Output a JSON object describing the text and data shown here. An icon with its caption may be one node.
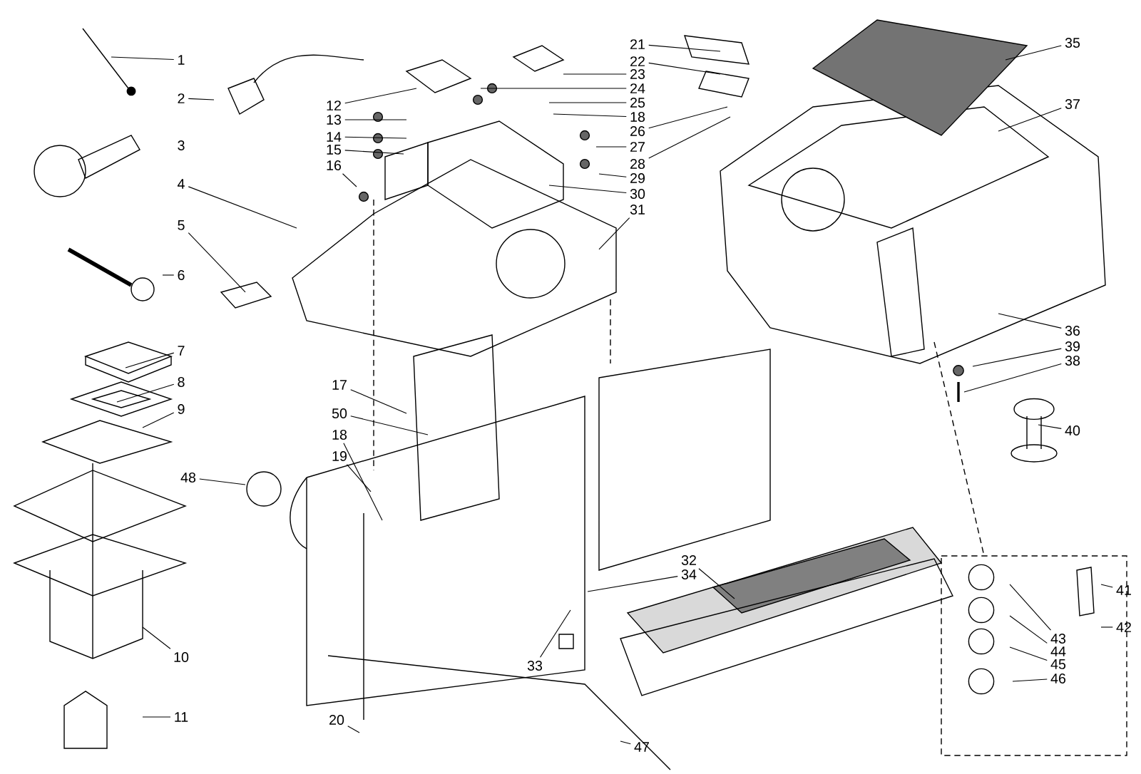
{
  "diagram": {
    "nodes": [
      {
        "text": [
          "1"
        ]
      },
      {
        "text": [
          "2"
        ]
      },
      {
        "text": [
          "12"
        ]
      },
      {
        "text": [
          "13"
        ]
      },
      {
        "text": [
          "14"
        ]
      },
      {
        "text": [
          "15"
        ]
      },
      {
        "text": [
          "16"
        ]
      },
      {
        "text": [
          "21"
        ]
      },
      {
        "text": [
          "22"
        ]
      },
      {
        "text": [
          "23"
        ]
      },
      {
        "text": [
          "24"
        ]
      },
      {
        "text": [
          "25"
        ]
      },
      {
        "text": [
          "18"
        ]
      },
      {
        "text": [
          "26"
        ]
      },
      {
        "text": [
          "27"
        ]
      },
      {
        "text": [
          "28"
        ]
      },
      {
        "text": [
          "29"
        ]
      },
      {
        "text": [
          "30"
        ]
      },
      {
        "text": [
          "31"
        ]
      },
      {
        "text": [
          "35"
        ]
      },
      {
        "text": [
          "37"
        ]
      },
      {
        "text": [
          "4"
        ]
      },
      {
        "text": [
          "5"
        ]
      },
      {
        "text": [
          "6"
        ]
      },
      {
        "text": [
          "36"
        ]
      },
      {
        "text": [
          "39"
        ]
      },
      {
        "text": [
          "38"
        ]
      },
      {
        "text": [
          "7"
        ]
      },
      {
        "text": [
          "8"
        ]
      },
      {
        "text": [
          "9"
        ]
      },
      {
        "text": [
          "17"
        ]
      },
      {
        "text": [
          "50"
        ]
      },
      {
        "text": [
          "18"
        ]
      },
      {
        "text": [
          "19"
        ]
      },
      {
        "text": [
          "48"
        ]
      },
      {
        "text": [
          "40"
        ]
      },
      {
        "text": [
          "32"
        ]
      },
      {
        "text": [
          "34"
        ]
      },
      {
        "text": [
          "41"
        ]
      },
      {
        "text": [
          "42"
        ]
      },
      {
        "text": [
          "43"
        ]
      },
      {
        "text": [
          "44"
        ]
      },
      {
        "text": [
          "45"
        ]
      },
      {
        "text": [
          "46"
        ]
      },
      {
        "text": [
          "10"
        ]
      },
      {
        "text": [
          "33"
        ]
      },
      {
        "text": [
          "11"
        ]
      },
      {
        "text": [
          "20"
        ]
      },
      {
        "text": [
          "47"
        ]
      }
    ],
    "edges": [
      {
        "from": 0,
        "to": null,
        "arrow": "none"
      },
      {
        "from": 1,
        "to": null,
        "arrow": "none"
      },
      {
        "from": 2,
        "to": null,
        "arrow": "none"
      },
      {
        "from": 3,
        "to": null,
        "arrow": "none"
      },
      {
        "from": 4,
        "to": null,
        "arrow": "none"
      },
      {
        "from": 5,
        "to": null,
        "arrow": "none"
      },
      {
        "from": 6,
        "to": null,
        "arrow": "none"
      },
      {
        "from": 7,
        "to": null,
        "arrow": "none"
      },
      {
        "from": 8,
        "to": null,
        "arrow": "none"
      },
      {
        "from": 9,
        "to": null,
        "arrow": "none"
      },
      {
        "from": 10,
        "to": null,
        "arrow": "none"
      },
      {
        "from": 11,
        "to": null,
        "arrow": "none"
      },
      {
        "from": 12,
        "to": null,
        "arrow": "none"
      },
      {
        "from": 13,
        "to": null,
        "arrow": "none"
      },
      {
        "from": 14,
        "to": null,
        "arrow": "none"
      },
      {
        "from": 15,
        "to": null,
        "arrow": "none"
      },
      {
        "from": 16,
        "to": null,
        "arrow": "none"
      },
      {
        "from": 17,
        "to": null,
        "arrow": "none"
      },
      {
        "from": 18,
        "to": null,
        "arrow": "none"
      },
      {
        "from": 19,
        "to": null,
        "arrow": "none"
      },
      {
        "from": 20,
        "to": null,
        "arrow": "none"
      },
      {
        "from": 21,
        "to": null,
        "arrow": "none"
      },
      {
        "from": 22,
        "to": null,
        "arrow": "none"
      },
      {
        "from": 23,
        "to": null,
        "arrow": "none"
      },
      {
        "from": 24,
        "to": null,
        "arrow": "none"
      },
      {
        "from": 25,
        "to": null,
        "arrow": "none"
      },
      {
        "from": 26,
        "to": null,
        "arrow": "none"
      },
      {
        "from": 27,
        "to": null,
        "arrow": "none"
      },
      {
        "from": 28,
        "to": null,
        "arrow": "none"
      },
      {
        "from": 29,
        "to": null,
        "arrow": "none"
      },
      {
        "from": 30,
        "to": null,
        "arrow": "none"
      },
      {
        "from": 31,
        "to": null,
        "arrow": "none"
      },
      {
        "from": 32,
        "to": null,
        "arrow": "none"
      },
      {
        "from": 33,
        "to": null,
        "arrow": "none"
      },
      {
        "from": 34,
        "to": null,
        "arrow": "none"
      },
      {
        "from": 35,
        "to": null,
        "arrow": "none"
      },
      {
        "from": 36,
        "to": null,
        "arrow": "none"
      },
      {
        "from": 37,
        "to": null,
        "arrow": "none"
      },
      {
        "from": 38,
        "to": null,
        "arrow": "none"
      },
      {
        "from": 39,
        "to": null,
        "arrow": "none"
      },
      {
        "from": 40,
        "to": null,
        "arrow": "none"
      },
      {
        "from": 41,
        "to": null,
        "arrow": "none"
      },
      {
        "from": 42,
        "to": null,
        "arrow": "none"
      },
      {
        "from": 43,
        "to": null,
        "arrow": "none"
      },
      {
        "from": 44,
        "to": null,
        "arrow": "none"
      },
      {
        "from": 45,
        "to": null,
        "arrow": "none"
      },
      {
        "from": 46,
        "to": null,
        "arrow": "none"
      },
      {
        "from": 47,
        "to": null,
        "arrow": "none"
      },
      {
        "from": 48,
        "to": null,
        "arrow": "none"
      }
    ],
    "labels": [
      "3"
    ]
  }
}
